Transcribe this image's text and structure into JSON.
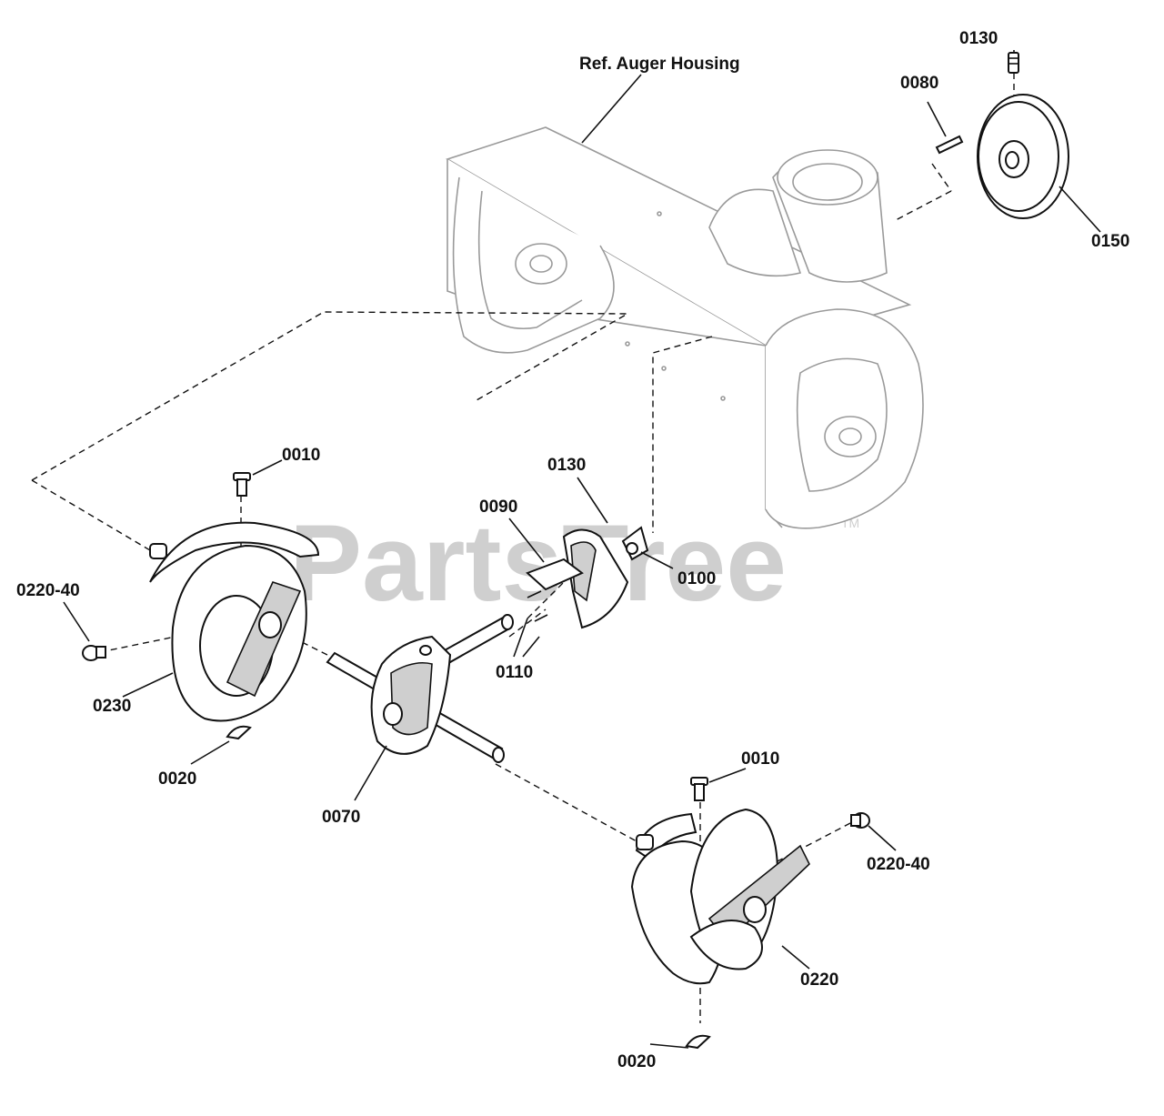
{
  "watermark": {
    "brand": "PartsTree",
    "trademark": "TM"
  },
  "labels": {
    "ref_housing": "Ref. Auger Housing",
    "p0130_top": "0130",
    "p0080": "0080",
    "p0150": "0150",
    "p0010_left": "0010",
    "p0130_mid": "0130",
    "p0090": "0090",
    "p0100": "0100",
    "p0220_40_left": "0220-40",
    "p0110": "0110",
    "p0230": "0230",
    "p0020_left": "0020",
    "p0070": "0070",
    "p0010_right": "0010",
    "p0220_40_right": "0220-40",
    "p0220": "0220",
    "p0020_right": "0020"
  }
}
